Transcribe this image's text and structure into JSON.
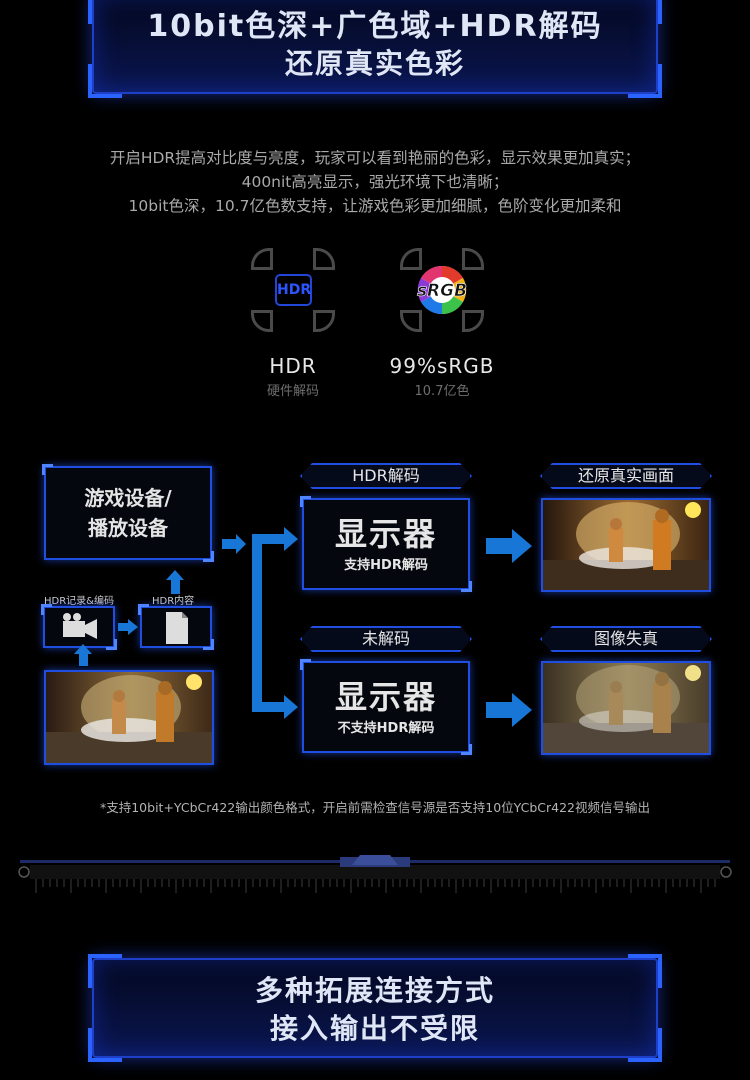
{
  "banner_top": {
    "line1": "10bit色深+广色域+HDR解码",
    "line2": "还原真实色彩"
  },
  "description": [
    "开启HDR提高对比度与亮度，玩家可以看到艳丽的色彩，显示效果更加真实；",
    "400nit高亮显示，强光环境下也清晰；",
    "10bit色深，10.7亿色数支持，让游戏色彩更加细腻，色阶变化更加柔和"
  ],
  "features": [
    {
      "badge": "HDR",
      "title": "HDR",
      "sub": "硬件解码",
      "icon": "hdr-icon"
    },
    {
      "badge": "sRGB",
      "title": "99%sRGB",
      "sub": "10.7亿色",
      "icon": "srgb-icon"
    }
  ],
  "diagram": {
    "source_label": [
      "游戏设备/",
      "播放设备"
    ],
    "record_label": "HDR记录&编码",
    "content_label": "HDR内容",
    "top": {
      "tag": "HDR解码",
      "display": "显示器",
      "display_sub": "支持HDR解码",
      "result": "还原真实画面"
    },
    "bottom": {
      "tag": "未解码",
      "display": "显示器",
      "display_sub": "不支持HDR解码",
      "result": "图像失真"
    }
  },
  "footnote": "*支持10bit+YCbCr422输出颜色格式，开启前需检查信号源是否支持10位YCbCr422视频信号输出",
  "banner_bottom": {
    "line1": "多种拓展连接方式",
    "line2": "接入输出不受限"
  },
  "colors": {
    "accent": "#1f4ee0",
    "arrow": "#1877d6",
    "text_muted": "#a9a9a9"
  }
}
